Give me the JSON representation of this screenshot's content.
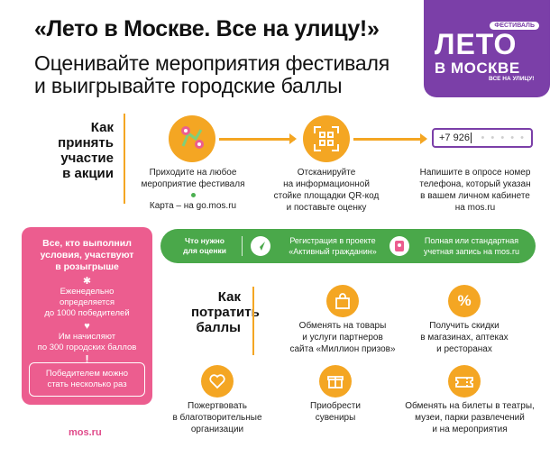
{
  "header": {
    "title": "«Лето в Москве. Все на улицу!»",
    "subtitle_line1": "Оценивайте мероприятия фестиваля",
    "subtitle_line2": "и выигрывайте городские баллы"
  },
  "logo": {
    "badge": "ФЕСТИВАЛЬ",
    "main": "ЛЕТО",
    "sub": "В МОСКВЕ",
    "tagline": "ВСЕ НА УЛИЦУ!",
    "color": "#7b3fa8"
  },
  "participate": {
    "heading_l1": "Как",
    "heading_l2": "принять",
    "heading_l3": "участие",
    "heading_l4": "в акции",
    "steps": [
      {
        "icon": "map-pin-icon",
        "line1": "Приходите на любое",
        "line2": "мероприятие фестиваля",
        "line3": "Карта – на go.mos.ru"
      },
      {
        "icon": "qr-code-icon",
        "line1": "Отсканируйте",
        "line2": "на информационной",
        "line3": "стойке площадки QR-код",
        "line4": "и поставьте оценку"
      },
      {
        "icon": "phone-input-icon",
        "line1": "Напишите в опросе номер",
        "line2": "телефона, который указан",
        "line3": "в вашем личном кабинете",
        "line4": "на mos.ru"
      }
    ],
    "phone_value": "+7 926",
    "phone_mask": "• • • • •"
  },
  "requirements": {
    "title_l1": "Что нужно",
    "title_l2": "для оценки",
    "item1_l1": "Регистрация в проекте",
    "item1_l2": "«Активный гражданин»",
    "item2_l1": "Полная или стандартная",
    "item2_l2": "учетная запись на mos.ru",
    "color": "#4aa84a"
  },
  "prize": {
    "heading_l1": "Все, кто выполнил",
    "heading_l2": "условия, участвуют",
    "heading_l3": "в розыгрыше",
    "fact1_l1": "Еженедельно",
    "fact1_l2": "определяется",
    "fact1_l3": "до 1000 победителей",
    "fact2_l1": "Им начисляют",
    "fact2_l2": "по 300 городских баллов",
    "note_l1": "Победителем можно",
    "note_l2": "стать несколько раз",
    "color": "#ec5d8f"
  },
  "spend": {
    "heading_l1": "Как",
    "heading_l2": "потратить",
    "heading_l3": "баллы",
    "items": [
      {
        "icon": "shopping-bag-icon",
        "line1": "Обменять на товары",
        "line2": "и услуги партнеров",
        "line3": "сайта «Миллион призов»"
      },
      {
        "icon": "percent-icon",
        "line1": "Получить скидки",
        "line2": "в магазинах, аптеках",
        "line3": "и ресторанах"
      },
      {
        "icon": "heart-icon",
        "line1": "Пожертвовать",
        "line2": "в благотворительные",
        "line3": "организации"
      },
      {
        "icon": "gift-box-icon",
        "line1": "Приобрести",
        "line2": "сувениры"
      },
      {
        "icon": "ticket-icon",
        "line1": "Обменять на билеты в театры,",
        "line2": "музеи, парки развлечений",
        "line3": "и на мероприятия"
      }
    ]
  },
  "footer": {
    "site": "mos.ru"
  },
  "colors": {
    "accent": "#f4a623",
    "purple": "#7b3fa8",
    "green": "#4aa84a",
    "pink": "#ec5d8f"
  }
}
